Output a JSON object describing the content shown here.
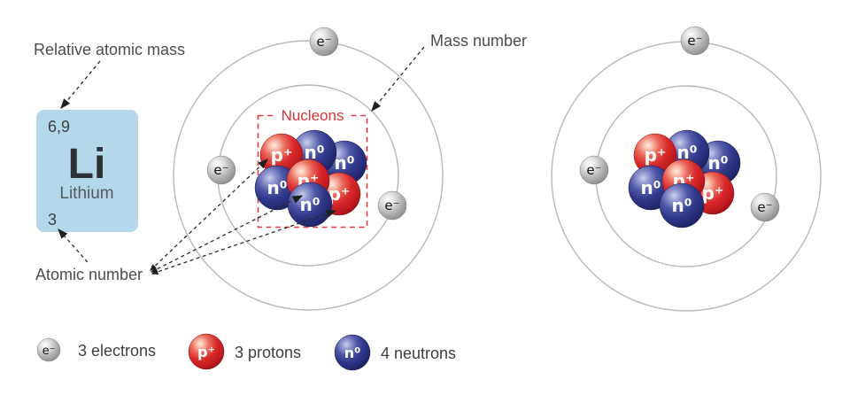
{
  "labels": {
    "relative_atomic_mass": "Relative atomic mass",
    "mass_number": "Mass number",
    "atomic_number": "Atomic number",
    "nucleons": "Nucleons"
  },
  "element_tile": {
    "relative_atomic_mass": "6,9",
    "symbol": "Li",
    "name": "Lithium",
    "atomic_number": "3"
  },
  "particles": {
    "electron": "e⁻",
    "proton": "p⁺",
    "neutron": "n⁰"
  },
  "legend": {
    "electrons": "3 electrons",
    "protons": "3 protons",
    "neutrons": "4 neutrons"
  },
  "colors": {
    "proton_red": "#d8292a",
    "neutron_blue": "#303789",
    "electron_gray": "#b3b3b3",
    "tile_blue": "#b4d7e9",
    "nucleons_red": "#d9323b",
    "annotation_text": "#4d4d4d",
    "orbit_gray": "#b9b9b9"
  }
}
